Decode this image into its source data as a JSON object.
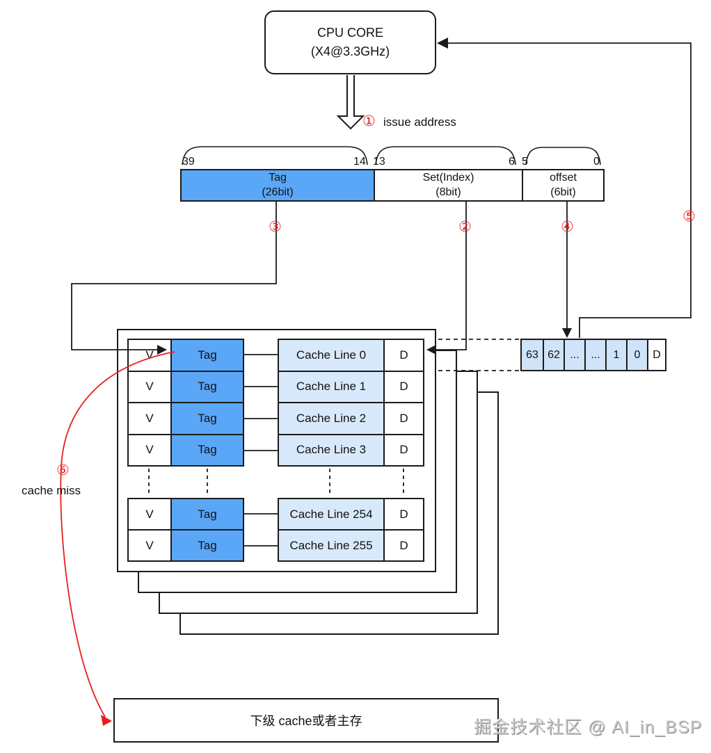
{
  "cpu": {
    "line1": "CPU CORE",
    "line2": "(X4@3.3GHz)"
  },
  "steps": {
    "s1": {
      "num": "①",
      "label": "issue address"
    },
    "s2": {
      "num": "②"
    },
    "s3": {
      "num": "③"
    },
    "s4": {
      "num": "④"
    },
    "s5": {
      "num": "⑤"
    },
    "s6": {
      "num": "⑥",
      "label": "cache miss"
    }
  },
  "address": {
    "bit_labels": [
      "39",
      "14",
      "13",
      "6",
      "5",
      "0"
    ],
    "fields": [
      {
        "name": "Tag",
        "bits": "(26bit)"
      },
      {
        "name": "Set(Index)",
        "bits": "(8bit)"
      },
      {
        "name": "offset",
        "bits": "(6bit)"
      }
    ]
  },
  "cache": {
    "v_label": "V",
    "tag_label": "Tag",
    "d_label": "D",
    "lines_top": [
      "Cache Line 0",
      "Cache Line 1",
      "Cache Line 2",
      "Cache Line 3"
    ],
    "lines_bottom": [
      "Cache Line 254",
      "Cache Line 255"
    ]
  },
  "word_block": {
    "cells": [
      "63",
      "62",
      "...",
      "...",
      "1",
      "0"
    ],
    "d_label": "D"
  },
  "bottom_box": {
    "label": "下级 cache或者主存"
  },
  "watermark": "掘金技术社区 @ AI_in_BSP",
  "colors": {
    "tag_blue": "#5aa7f7",
    "line_lightblue": "#d8e9fc",
    "word_cellblue": "#cfe3f9",
    "accent_red": "#e81f1f",
    "stroke_black": "#1a1a1a"
  }
}
